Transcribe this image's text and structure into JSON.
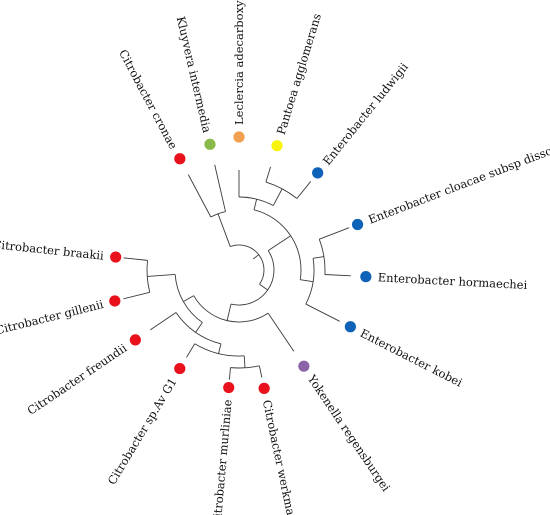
{
  "colors": {
    "red": "#e8111c",
    "blue": "#0e63b8",
    "green": "#8ab94a",
    "orange": "#f0a050",
    "yellow": "#f7f40a",
    "purple": "#8a63a8",
    "branch": "#3a3a3a"
  },
  "taxa": [
    {
      "name": "Citrobacter cronae",
      "color": "red"
    },
    {
      "name": "Kluyvera intermedia",
      "color": "green"
    },
    {
      "name": "Leclercia adecarboxylata",
      "color": "orange"
    },
    {
      "name": "Pantoea agglomerans",
      "color": "yellow"
    },
    {
      "name": "Enterobacter ludwigii",
      "color": "blue"
    },
    {
      "name": "Enterobacter cloacae subsp dissolvens",
      "color": "blue"
    },
    {
      "name": "Enterobacter hormaechei",
      "color": "blue"
    },
    {
      "name": "Enterobacter kobei",
      "color": "blue"
    },
    {
      "name": "Yokenella regensburgei",
      "color": "purple"
    },
    {
      "name": "Citrobacter werkmanii",
      "color": "red"
    },
    {
      "name": "Citrobacter murliniae",
      "color": "red"
    },
    {
      "name": "Citrobacter sp.Av G1",
      "color": "red"
    },
    {
      "name": "Citrobacter freundii",
      "color": "red"
    },
    {
      "name": "Citrobacter gillenii",
      "color": "red"
    },
    {
      "name": "Citrobacter braakii",
      "color": "red"
    }
  ]
}
